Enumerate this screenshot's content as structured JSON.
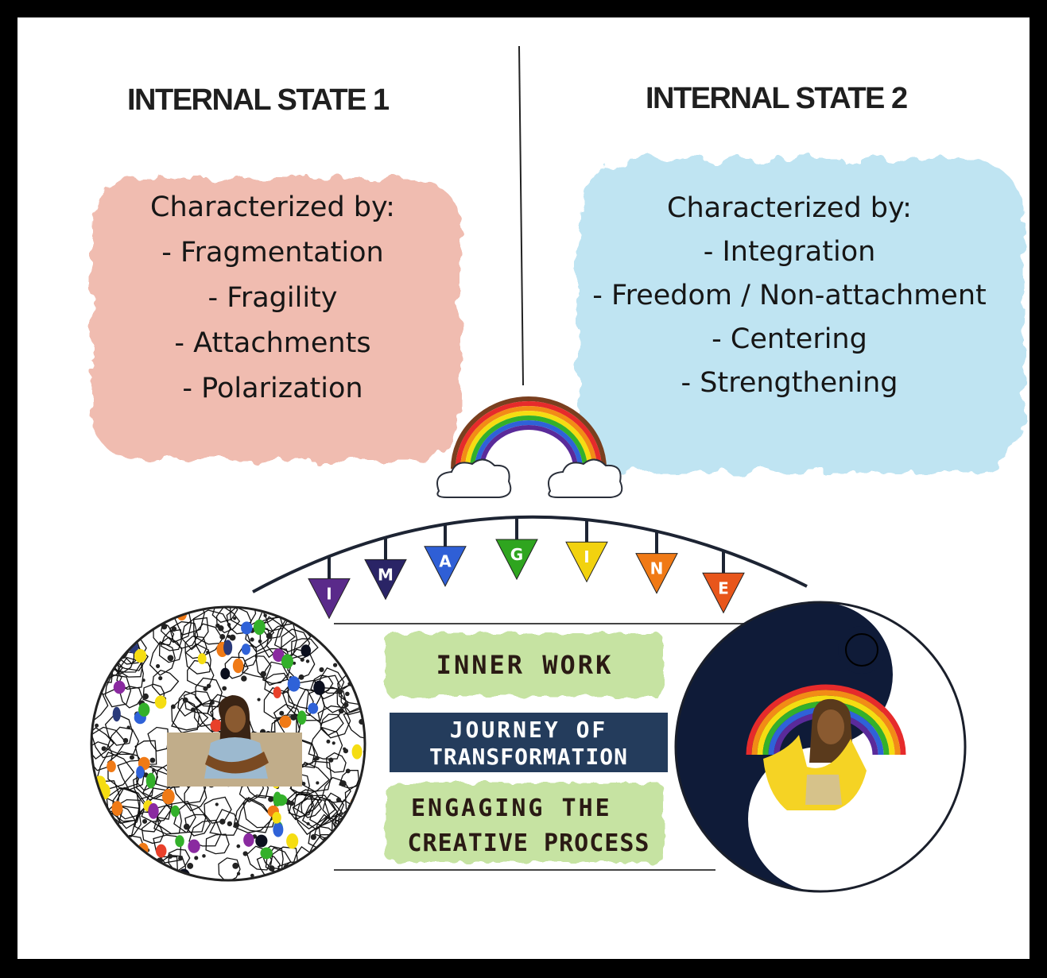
{
  "state1": {
    "title": "INTERNAL STATE 1",
    "heading": "Characterized by:",
    "items": [
      "- Fragmentation",
      "- Fragility",
      "- Attachments",
      "- Polarization"
    ]
  },
  "state2": {
    "title": "INTERNAL STATE 2",
    "heading": "Characterized by:",
    "items": [
      "- Integration",
      "- Freedom / Non-attachment",
      "- Centering",
      "- Strengthening"
    ]
  },
  "banner": {
    "letters": [
      "I",
      "M",
      "A",
      "G",
      "I",
      "N",
      "E"
    ],
    "colors": [
      "#5a2a8a",
      "#2a2466",
      "#2f5fd6",
      "#2fa51f",
      "#f2d20f",
      "#f07a16",
      "#e8561b"
    ]
  },
  "bands": {
    "inner_work": "INNER WORK",
    "journey_line1": "JOURNEY OF",
    "journey_line2": "TRANSFORMATION",
    "creative_line1": "ENGAGING THE",
    "creative_line2": "CREATIVE PROCESS"
  },
  "colors": {
    "state1_cloud": "#f0bcb0",
    "state2_cloud": "#bfe4f2",
    "band_green": "#c6e3a2",
    "band_navy": "#243c5c",
    "yin_dark": "#0f1b38"
  }
}
